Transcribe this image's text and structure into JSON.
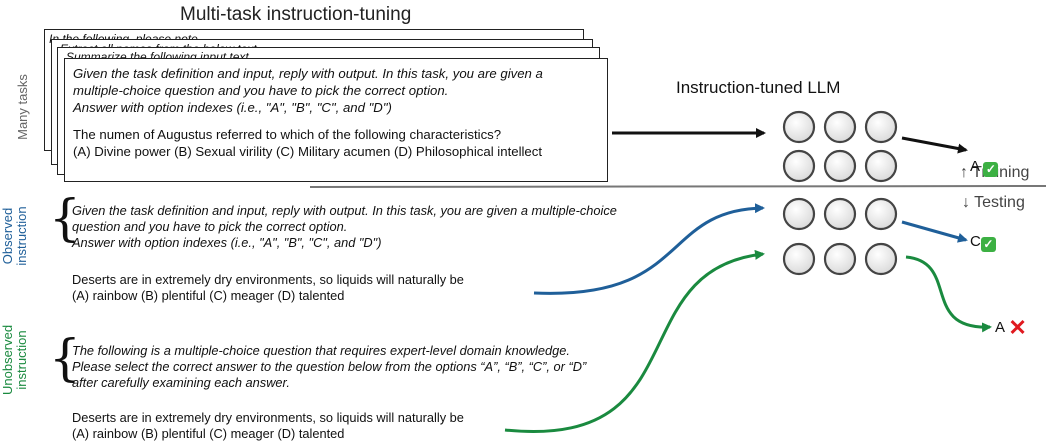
{
  "title": "Multi-task instruction-tuning",
  "many_tasks_label": "Many tasks",
  "stacked_cards": [
    "In the following, please note",
    "Extract all names from the below text",
    "Summarize the following input text"
  ],
  "main_card": {
    "instruction_lines": [
      "Given the task definition and input, reply with output. In this task, you are given a",
      "multiple-choice question and you have to pick the correct option.",
      "Answer with option indexes (i.e., \"A\", \"B\", \"C\", and \"D\")"
    ],
    "question": "The numen of Augustus referred to which of the following characteristics?",
    "options": "(A) Divine power (B) Sexual virility (C) Military acumen (D) Philosophical intellect"
  },
  "llm_title": "Instruction-tuned LLM",
  "training_label": "↑ Training",
  "testing_label": "↓ Testing",
  "observed": {
    "label_line1": "Observed",
    "label_line2": "instruction",
    "instruction_lines": [
      "Given the task definition and input, reply with output. In this task, you are given a multiple-choice",
      "question and you have to pick the correct option.",
      "Answer with option indexes (i.e., \"A\", \"B\", \"C\", and \"D\")"
    ],
    "question": "Deserts are in extremely dry environments, so liquids will naturally be",
    "options": "(A) rainbow (B) plentiful (C) meager (D) talented",
    "color": "#1f5f99"
  },
  "unobserved": {
    "label_line1": "Unobserved",
    "label_line2": "instruction",
    "instruction_lines": [
      "The following is a multiple-choice question that requires expert-level domain knowledge.",
      "Please select the correct answer to the question below from the options “A”, “B”, “C”, or “D”",
      "after carefully examining each answer."
    ],
    "question": "Deserts are in extremely dry environments, so liquids will naturally be",
    "options": "(A) rainbow (B) plentiful (C) meager (D) talented",
    "color": "#1a8a3f"
  },
  "answers": {
    "training": "A",
    "observed": "C",
    "unobserved": "A"
  },
  "icons": {
    "correct": "check-mark-icon",
    "wrong": "cross-mark-icon"
  }
}
